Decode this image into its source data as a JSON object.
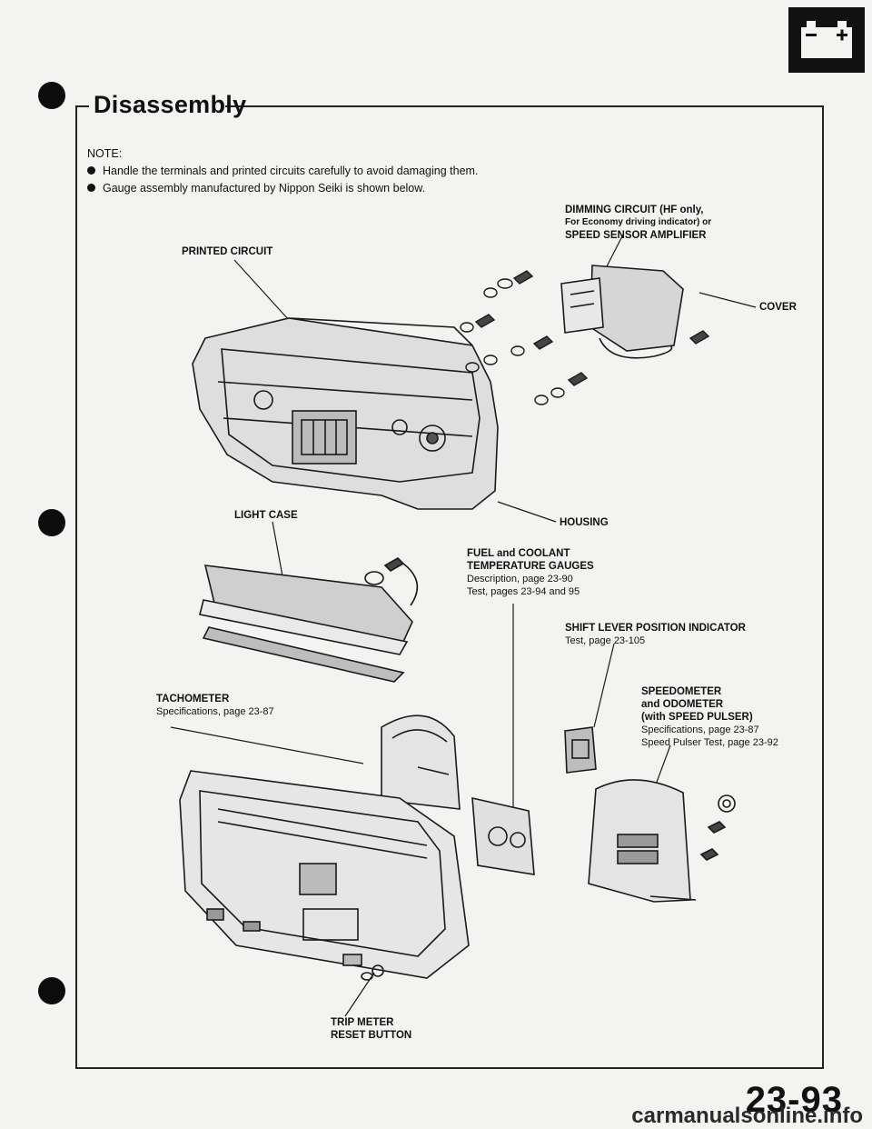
{
  "heading": "Disassembly",
  "note": {
    "title": "NOTE:",
    "items": [
      "Handle the terminals and printed circuits carefully to avoid damaging them.",
      "Gauge assembly manufactured by Nippon Seiki is shown below."
    ]
  },
  "labels": {
    "dimming": [
      "DIMMING CIRCUIT (HF only,",
      "For Economy driving indicator) or",
      "SPEED SENSOR AMPLIFIER"
    ],
    "printed_circuit": "PRINTED CIRCUIT",
    "cover": "COVER",
    "housing": "HOUSING",
    "light_case": "LIGHT CASE",
    "fuel": [
      "FUEL and COOLANT",
      "TEMPERATURE GAUGES"
    ],
    "fuel_desc": "Description, page 23-90",
    "fuel_test": "Test, pages 23-94 and 95",
    "shift_title": "SHIFT LEVER POSITION INDICATOR",
    "shift_test": "Test, page 23-105",
    "tach_title": "TACHOMETER",
    "tach_spec": "Specifications, page 23-87",
    "speedo": [
      "SPEEDOMETER",
      "and ODOMETER",
      "(with SPEED PULSER)"
    ],
    "speedo_spec": "Specifications, page 23-87",
    "speedo_test": "Speed Pulser Test, page 23-92",
    "trip": [
      "TRIP METER",
      "RESET BUTTON"
    ]
  },
  "page_number": "23-93",
  "footer": "carmanualsonline.info"
}
